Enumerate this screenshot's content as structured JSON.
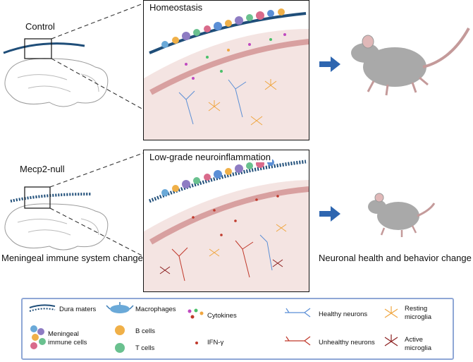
{
  "labels": {
    "control": "Control",
    "mecp2": "Mecp2-null",
    "meningeal_changed": "Meningeal immune system changed",
    "neuronal_change": "Neuronal health and behavior change"
  },
  "panels": {
    "top_title": "Homeostasis",
    "bottom_title": "Low-grade neuroinflammation"
  },
  "legend": {
    "dura": "Dura maters",
    "meningeal_1": "Meningeal",
    "meningeal_2": "immune cells",
    "macrophages": "Macrophages",
    "b_cells": "B cells",
    "t_cells": "T cells",
    "cytokines": "Cytokines",
    "ifn": "IFN-γ",
    "healthy_neurons": "Healthy neurons",
    "unhealthy_neurons": "Unhealthy neurons",
    "resting_1": "Resting",
    "resting_2": "microglia",
    "active_1": "Active",
    "active_2": "microglia"
  },
  "colors": {
    "dura": "#1f4e79",
    "brain_tissue": "#f4e4e2",
    "arrow": "#2e66b0",
    "mouse": "#a9a9a9",
    "legend_border": "#8fa7d6",
    "healthy_neuron": "#5b8fd6",
    "unhealthy_neuron": "#c0392b",
    "resting_microglia": "#f0a640",
    "active_microglia": "#8b1f1f"
  }
}
